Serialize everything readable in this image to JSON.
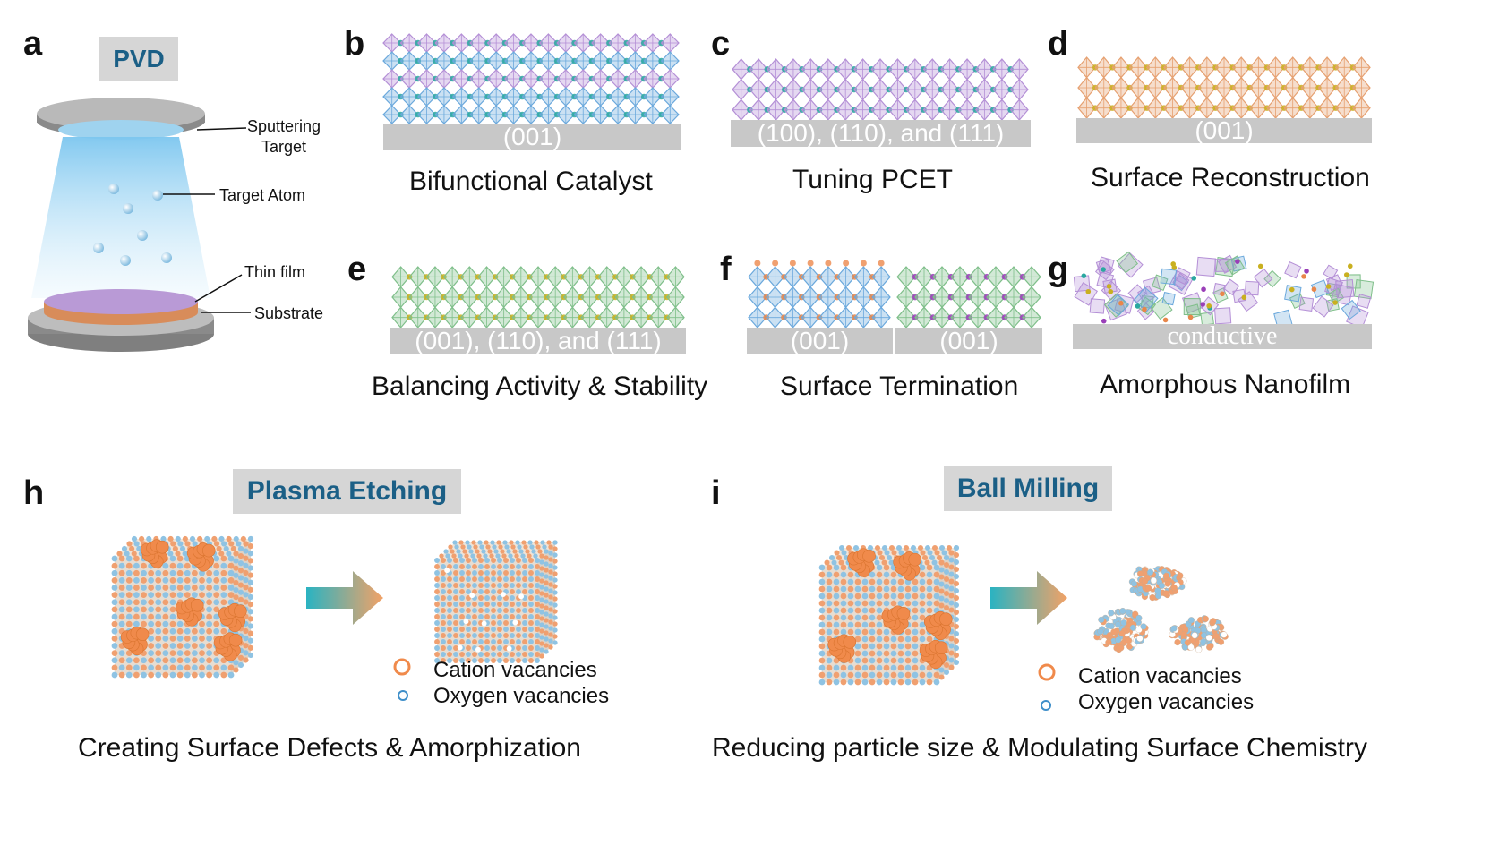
{
  "colors": {
    "title_text": "#1b5f86",
    "title_box": "#d6d6d6",
    "substrate": "#c8c8c8",
    "purple_octahedra": "#b48fd6",
    "blue_octahedra": "#6aa8dc",
    "green_octahedra": "#7fbf8a",
    "orange_octahedra": "#e6a070",
    "cation_vacancy": "#f08a4b",
    "oxygen_vacancy": "#3f8fc9"
  },
  "panel_a": {
    "letter": "a",
    "title": "PVD",
    "labels": {
      "sputtering_target": "Sputtering\nTarget",
      "target_atom": "Target Atom",
      "thin_film": "Thin film",
      "substrate": "Substrate"
    }
  },
  "panel_b": {
    "letter": "b",
    "substrate": "(001)",
    "caption": "Bifunctional Catalyst"
  },
  "panel_c": {
    "letter": "c",
    "substrate": "(100), (110), and (111)",
    "caption": "Tuning PCET"
  },
  "panel_d": {
    "letter": "d",
    "substrate": "(001)",
    "caption": "Surface Reconstruction"
  },
  "panel_e": {
    "letter": "e",
    "substrate": "(001), (110), and (111)",
    "caption": "Balancing Activity & Stability"
  },
  "panel_f": {
    "letter": "f",
    "substrate_left": "(001)",
    "substrate_right": "(001)",
    "caption": "Surface Termination"
  },
  "panel_g": {
    "letter": "g",
    "substrate": "conductive",
    "caption": "Amorphous Nanofilm"
  },
  "panel_h": {
    "letter": "h",
    "title": "Plasma Etching",
    "legend": {
      "cation": "Cation vacancies",
      "oxygen": "Oxygen vacancies"
    },
    "caption": "Creating Surface Defects & Amorphization"
  },
  "panel_i": {
    "letter": "i",
    "title": "Ball Milling",
    "legend": {
      "cation": "Cation vacancies",
      "oxygen": "Oxygen vacancies"
    },
    "caption": "Reducing particle size & Modulating Surface Chemistry"
  }
}
